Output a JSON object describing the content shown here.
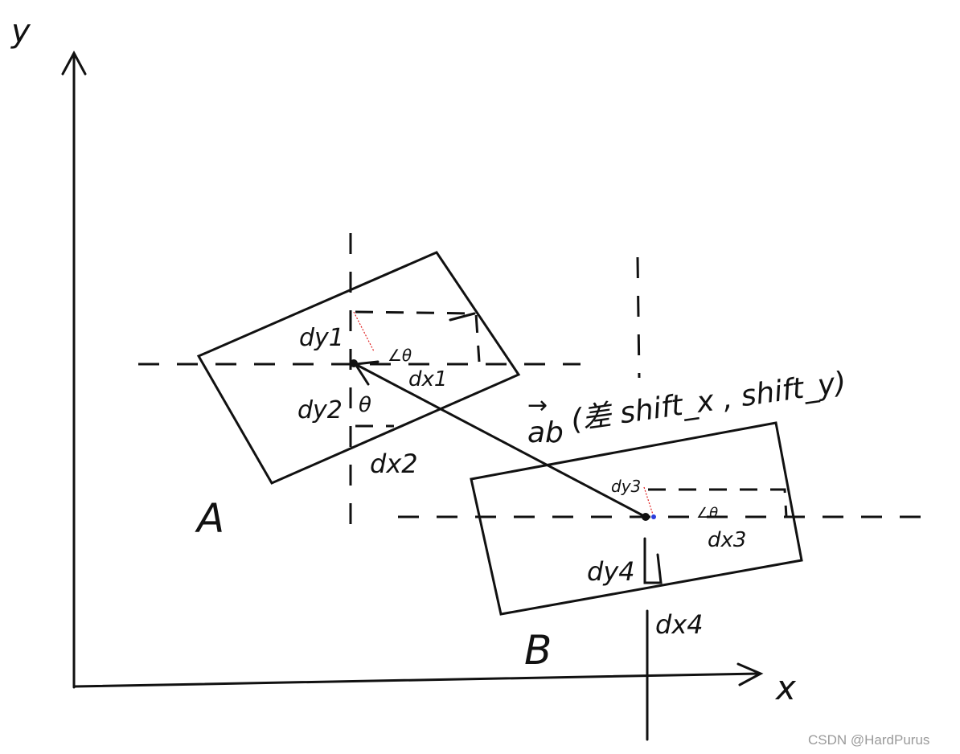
{
  "axes": {
    "x_label": "x",
    "y_label": "y"
  },
  "boxes": {
    "a_label": "A",
    "b_label": "B"
  },
  "labels": {
    "dy1": "dy1",
    "dx1": "dx1",
    "dy2": "dy2",
    "dx2": "dx2",
    "dy3": "dy3",
    "dx3": "dx3",
    "dy4": "dy4",
    "dx4": "dx4",
    "theta": "θ",
    "angle_a": "∠θ",
    "angle_b": "∠θ"
  },
  "vector": {
    "name": "ab",
    "arrow": "→",
    "annotation": "(差 shift_x , shift_y)"
  },
  "watermark": "CSDN @HardPurus",
  "colors": {
    "ink": "#111111",
    "guide_red": "#e02020",
    "point_blue": "#2a3cdc"
  }
}
